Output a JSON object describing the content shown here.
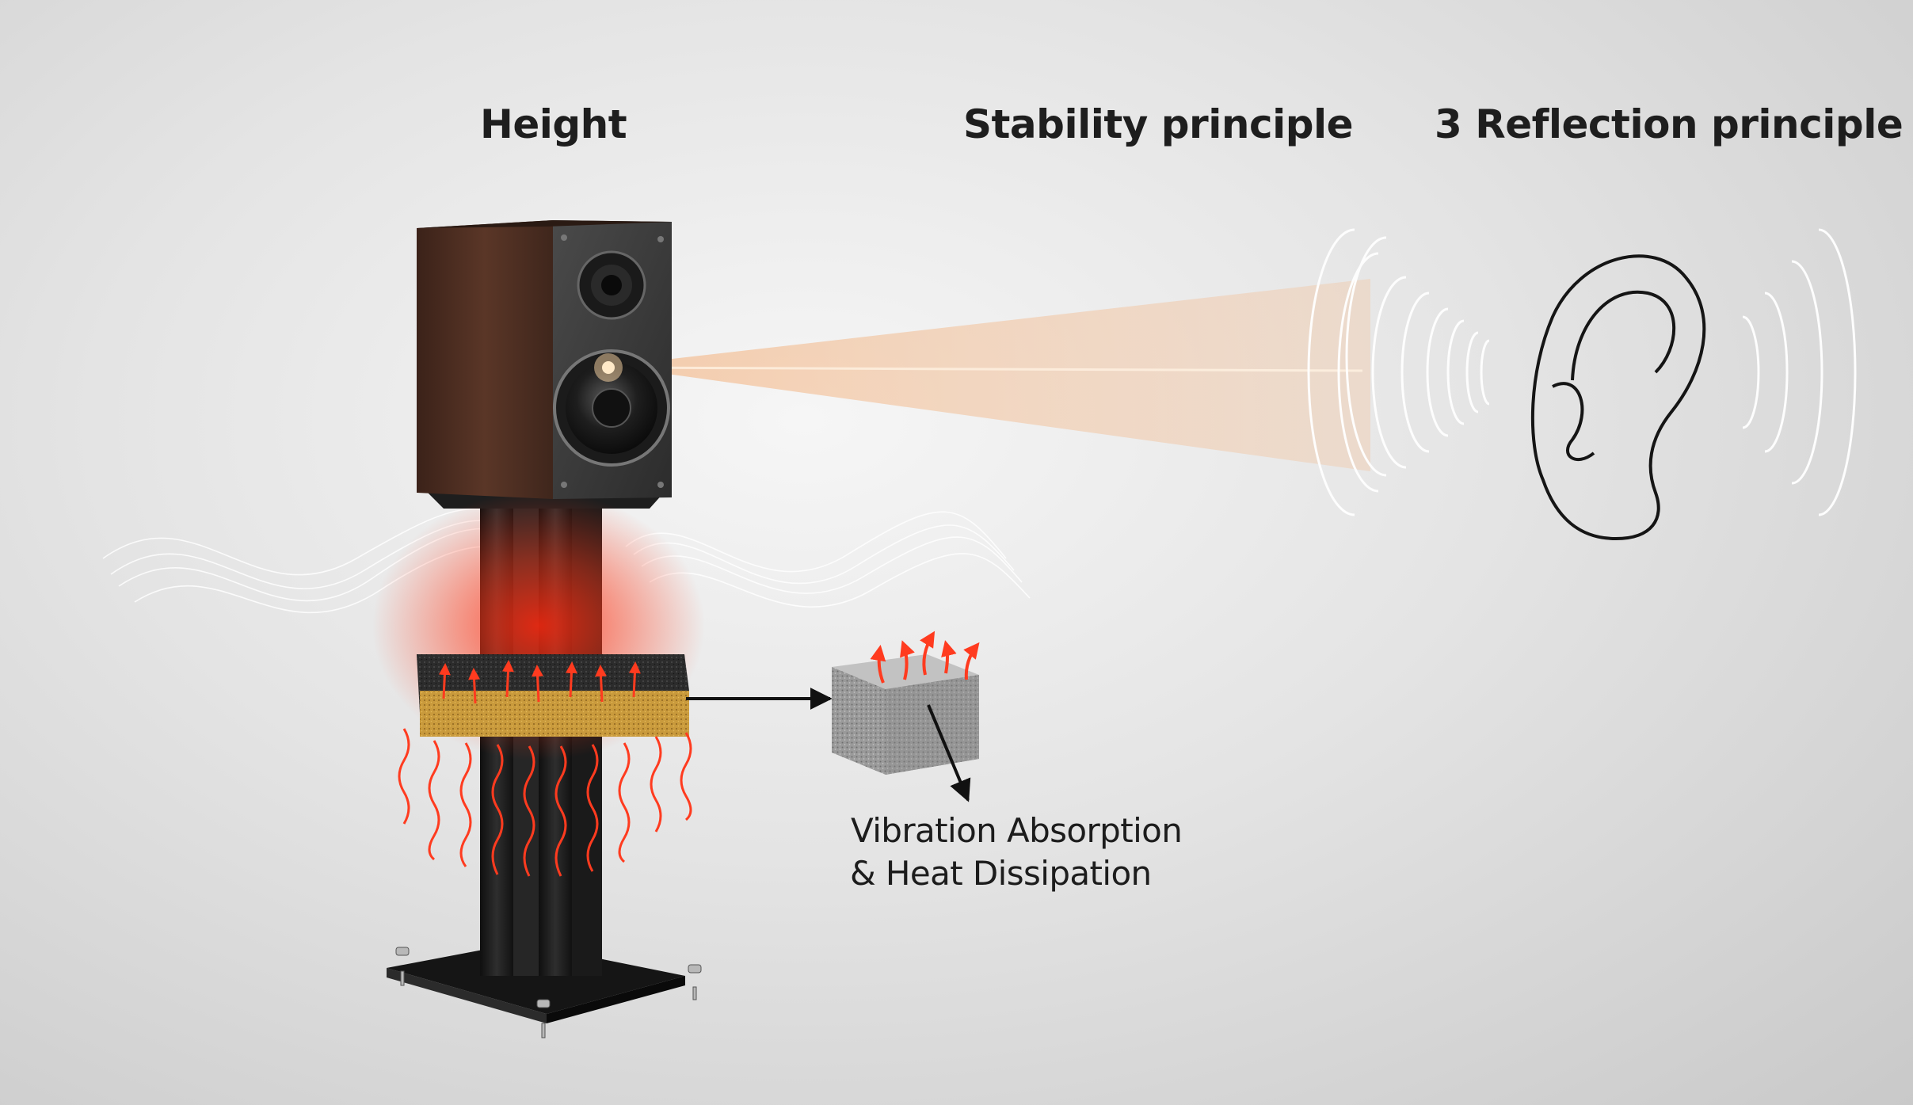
{
  "labels": {
    "height": "Height",
    "stability": "Stability principle",
    "reflection": "3 Reflection principle"
  },
  "caption": {
    "line1": "Vibration Absorption",
    "line2": "& Heat Dissipation"
  },
  "colors": {
    "background": "#e2e2e2",
    "text": "#1e1e1e",
    "cabinet_wood": "#4a2c1f",
    "baffle": "#3c3c3c",
    "stand": "#1b1b1b",
    "heat": "#ff3b1f",
    "sound_beam": "#f3c9a6",
    "ear_outline": "#151515"
  },
  "icons": [
    "speaker-cabinet",
    "tweeter",
    "woofer",
    "speaker-stand",
    "damping-pad",
    "foam-block",
    "arrow",
    "ear-icon",
    "sound-wave"
  ]
}
